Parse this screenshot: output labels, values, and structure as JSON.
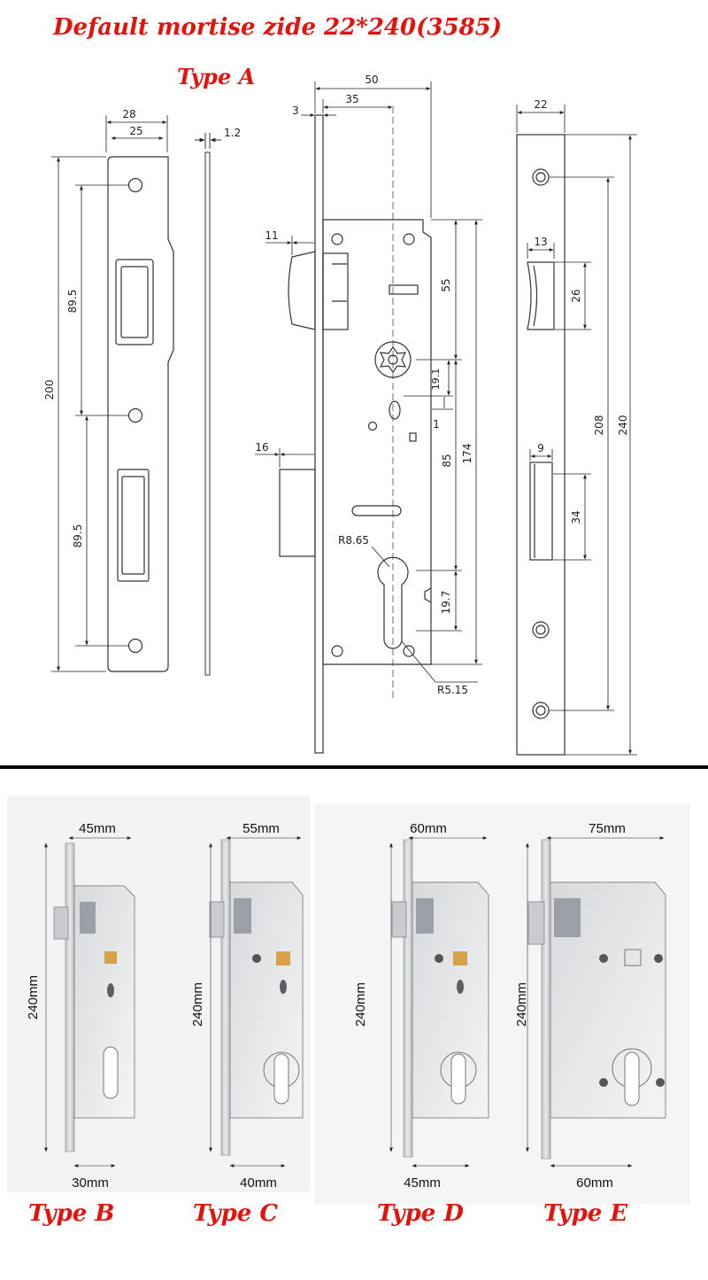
{
  "title": "Default mortise zide 22*240(3585)",
  "drawing": {
    "type_a_label": "Type A",
    "strike_plate": {
      "width_outer": "28",
      "width_inner": "25",
      "height": "200",
      "hole_spacing_top": "89.5",
      "hole_spacing_bottom": "89.5"
    },
    "side_profile": {
      "thickness": "1.2"
    },
    "lock_body": {
      "total_width": "50",
      "backset": "35",
      "faceplate": "3",
      "latch_depth": "11",
      "deadbolt_depth": "16",
      "latch_to_handle": "55",
      "handle_to_cylinder": "85",
      "body_height": "174",
      "spindle_offset": "19.1",
      "gap": "1",
      "cylinder_offset": "19.7",
      "radius_large": "R8.65",
      "radius_small": "R5.15"
    },
    "faceplate": {
      "width": "22",
      "total_height": "240",
      "hole_spacing": "208",
      "slot_width_top": "13",
      "slot_height_top": "26",
      "slot_width_bottom": "9",
      "slot_height_bottom": "34"
    }
  },
  "photos": [
    {
      "top_width": "45mm",
      "height": "240mm",
      "bottom_width": "30mm",
      "label": "Type B"
    },
    {
      "top_width": "55mm",
      "height": "240mm",
      "bottom_width": "40mm",
      "label": "Type C"
    },
    {
      "top_width": "60mm",
      "height": "240mm",
      "bottom_width": "45mm",
      "label": "Type D"
    },
    {
      "top_width": "75mm",
      "height": "240mm",
      "bottom_width": "60mm",
      "label": "Type E"
    }
  ]
}
